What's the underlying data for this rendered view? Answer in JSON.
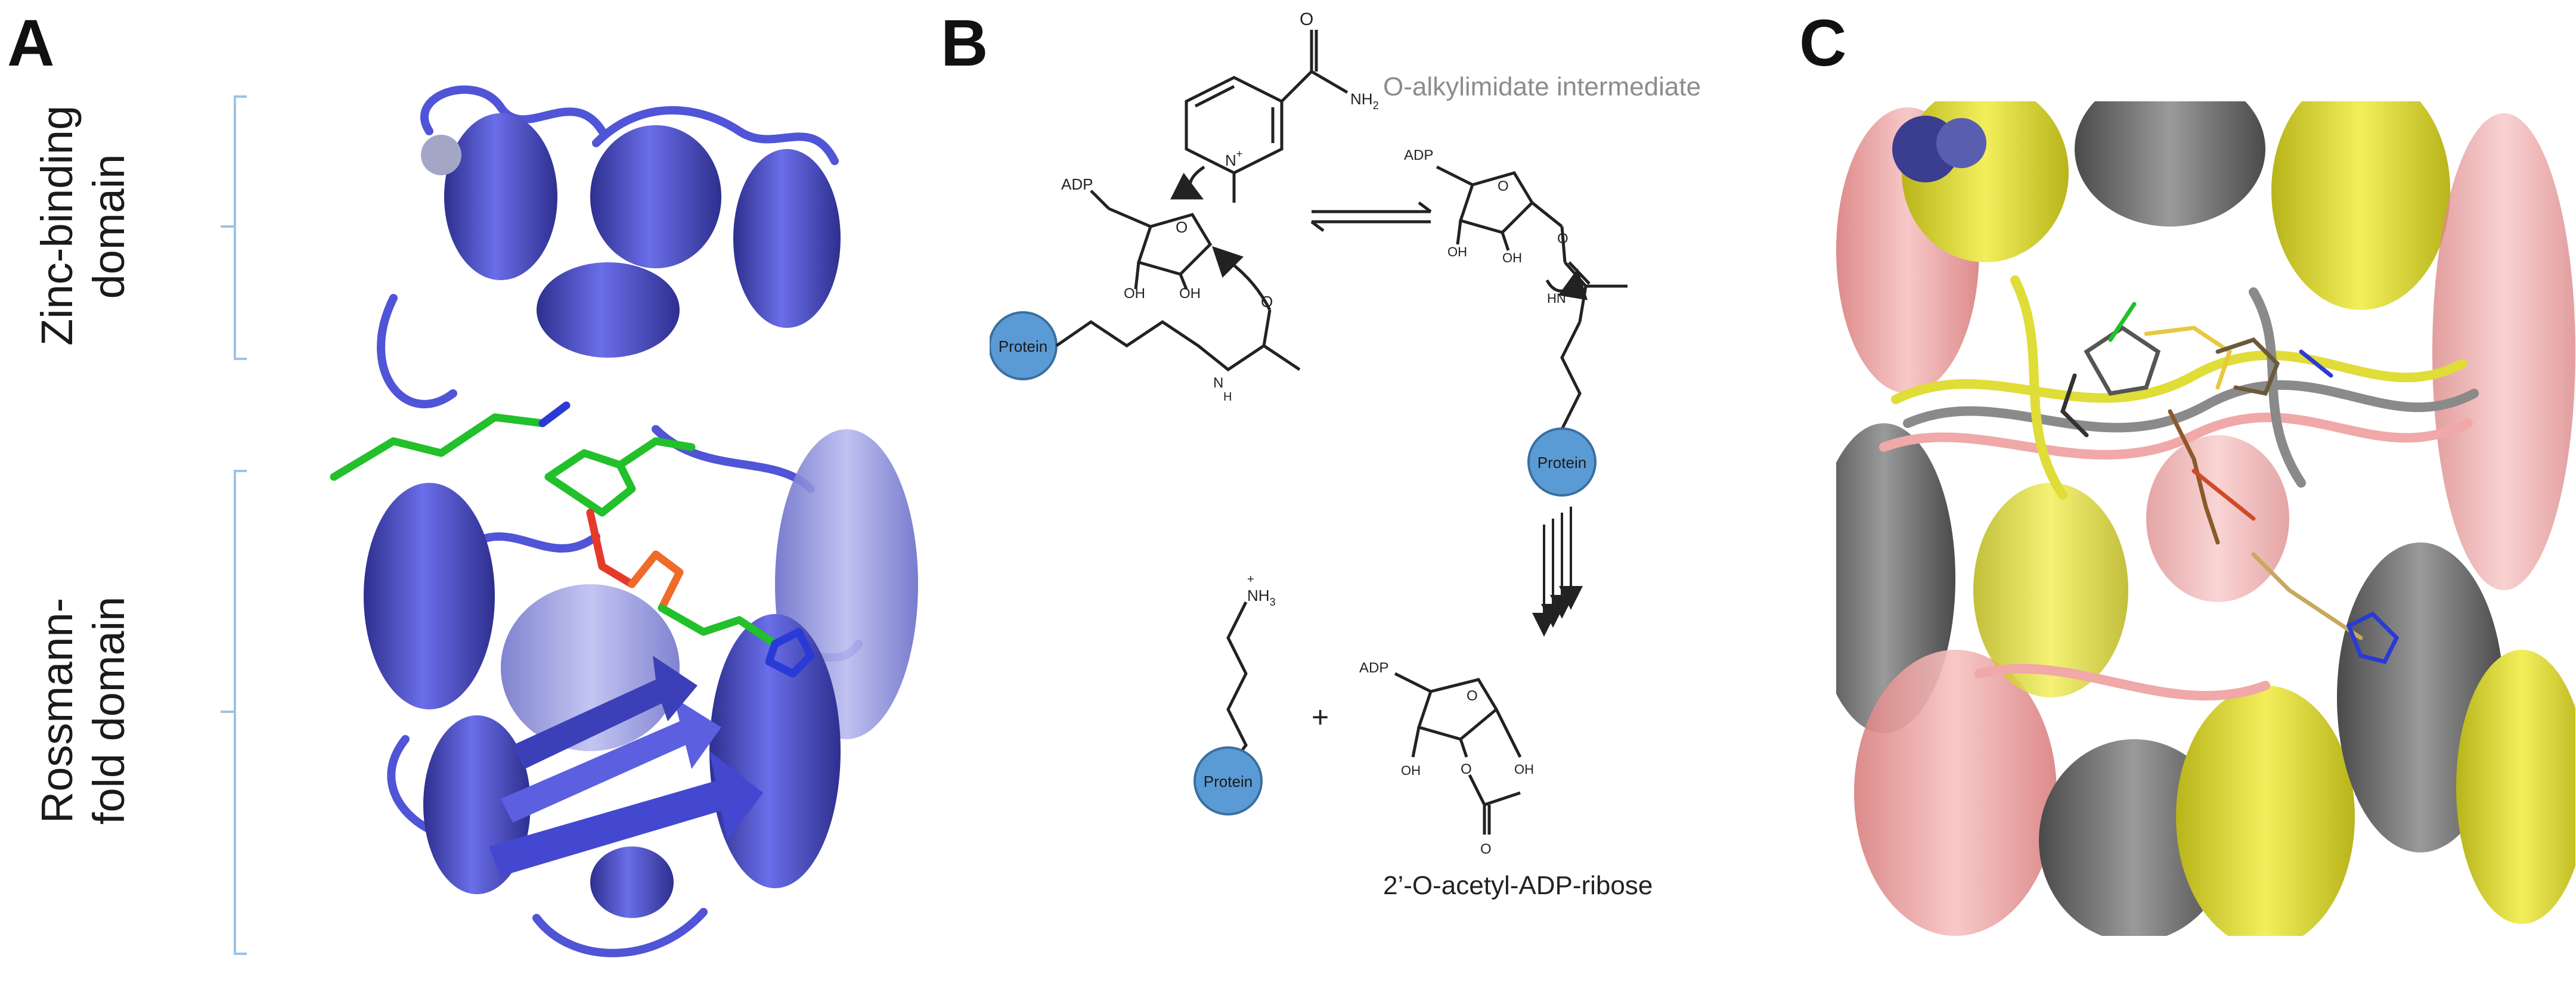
{
  "panels": {
    "a": {
      "letter": "A",
      "zinc_label": "Zinc-binding domain",
      "zinc_line1": "Zinc-binding",
      "zinc_line2": "domain",
      "rossmann_line1": "Rossmann-",
      "rossmann_line2": "fold domain"
    },
    "b": {
      "letter": "B",
      "intermediate_label": "O-alkylimidate intermediate",
      "product_label": "2’-O-acetyl-ADP-ribose",
      "protein": "Protein",
      "adp": "ADP",
      "atoms": {
        "nh2": "NH",
        "nh2_sub": "2",
        "nplus": "N",
        "plus": "+",
        "oh": "OH",
        "o": "O",
        "nh": "N",
        "h": "H",
        "hn": "HN",
        "nh3": "NH",
        "nh3_sub": "3"
      },
      "plus_sign": "+"
    },
    "c": {
      "letter": "C"
    }
  },
  "colors": {
    "protein_blue": "#5054d6",
    "protein_dark": "#2e2f8f",
    "ligand_green": "#22c02a",
    "oxygen_red": "#e53a2a",
    "phosphate_orange": "#f06a2a",
    "nitrogen_blue": "#2a3ad6",
    "protein_circle": "#5b9bd5",
    "intermediate_gray": "#8c8c8c",
    "bracket": "#9dc3e6",
    "yellow": "#e8e43a",
    "pink": "#f2a3a3",
    "gray": "#6e6e6e"
  }
}
